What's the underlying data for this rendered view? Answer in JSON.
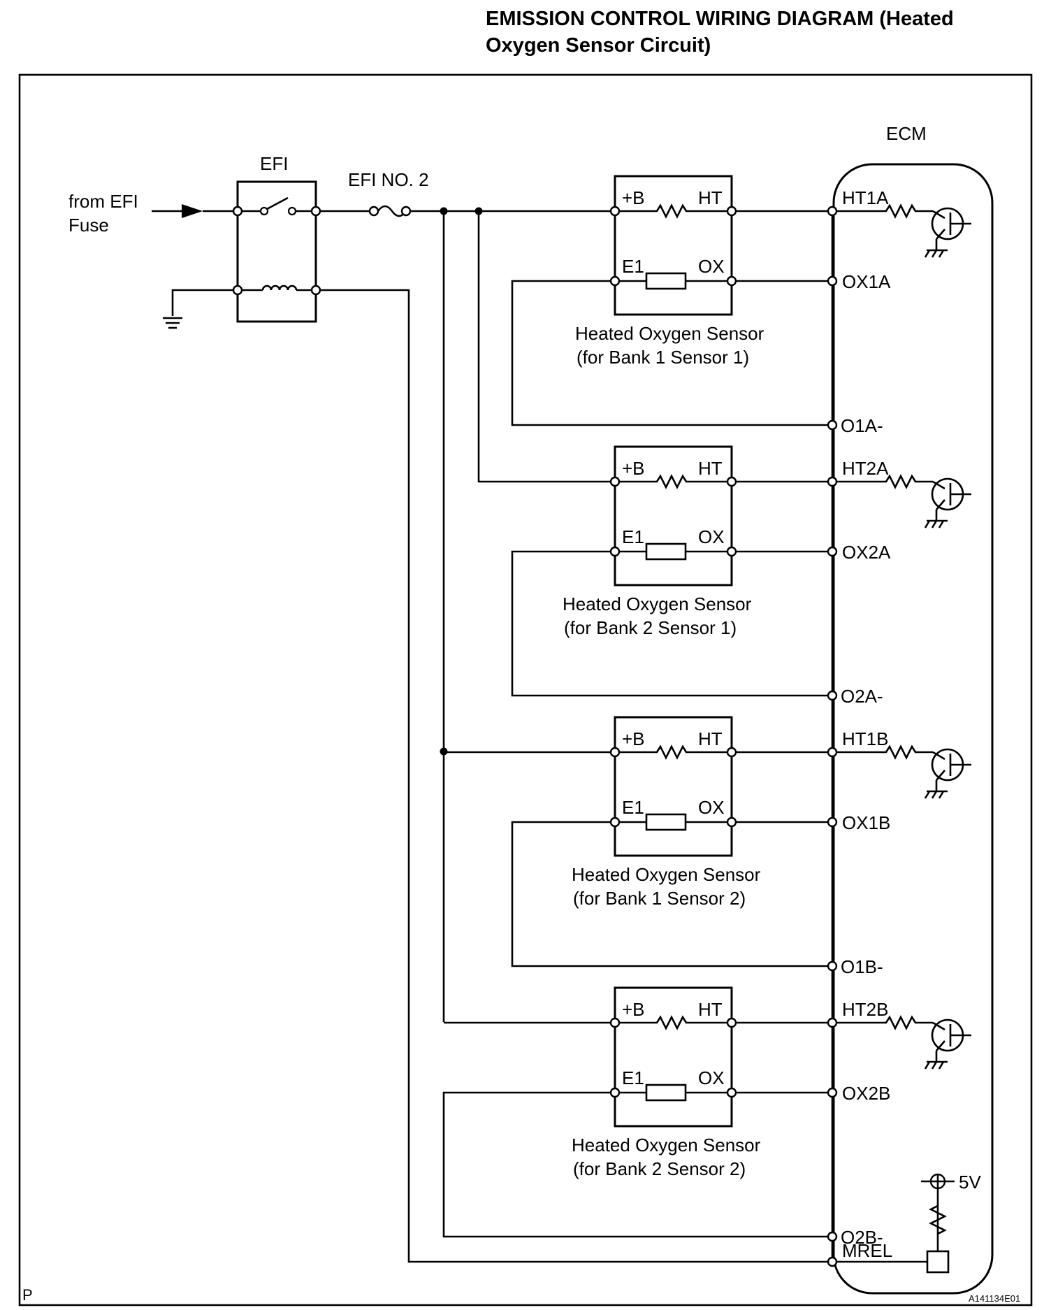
{
  "title": "EMISSION CONTROL WIRING DIAGRAM (Heated Oxygen Sensor Circuit)",
  "ecm_label": "ECM",
  "relay": {
    "label": "EFI",
    "source_line1": "from EFI",
    "source_line2": "Fuse"
  },
  "fuse_label": "EFI NO. 2",
  "sensors": [
    {
      "name_line1": "Heated Oxygen Sensor",
      "name_line2": "(for Bank 1 Sensor 1)",
      "pins": {
        "b": "+B",
        "ht": "HT",
        "e1": "E1",
        "ox": "OX"
      },
      "ecm_pins": {
        "ht": "HT1A",
        "ox": "OX1A",
        "gnd": "O1A-"
      }
    },
    {
      "name_line1": "Heated Oxygen Sensor",
      "name_line2": "(for Bank 2 Sensor 1)",
      "pins": {
        "b": "+B",
        "ht": "HT",
        "e1": "E1",
        "ox": "OX"
      },
      "ecm_pins": {
        "ht": "HT2A",
        "ox": "OX2A",
        "gnd": "O2A-"
      }
    },
    {
      "name_line1": "Heated Oxygen Sensor",
      "name_line2": "(for Bank 1 Sensor 2)",
      "pins": {
        "b": "+B",
        "ht": "HT",
        "e1": "E1",
        "ox": "OX"
      },
      "ecm_pins": {
        "ht": "HT1B",
        "ox": "OX1B",
        "gnd": "O1B-"
      }
    },
    {
      "name_line1": "Heated Oxygen Sensor",
      "name_line2": "(for Bank 2 Sensor 2)",
      "pins": {
        "b": "+B",
        "ht": "HT",
        "e1": "E1",
        "ox": "OX"
      },
      "ecm_pins": {
        "ht": "HT2B",
        "ox": "OX2B",
        "gnd": "O2B-"
      }
    }
  ],
  "mrel_label": "MREL",
  "supply_label": "5V",
  "corner_mark": "P",
  "figure_code": "A141134E01",
  "icons": [
    "arrow-icon",
    "ground-icon",
    "switch-icon",
    "coil-icon",
    "fuse-icon",
    "resistor-icon",
    "transistor-icon",
    "connector-pin-icon"
  ]
}
